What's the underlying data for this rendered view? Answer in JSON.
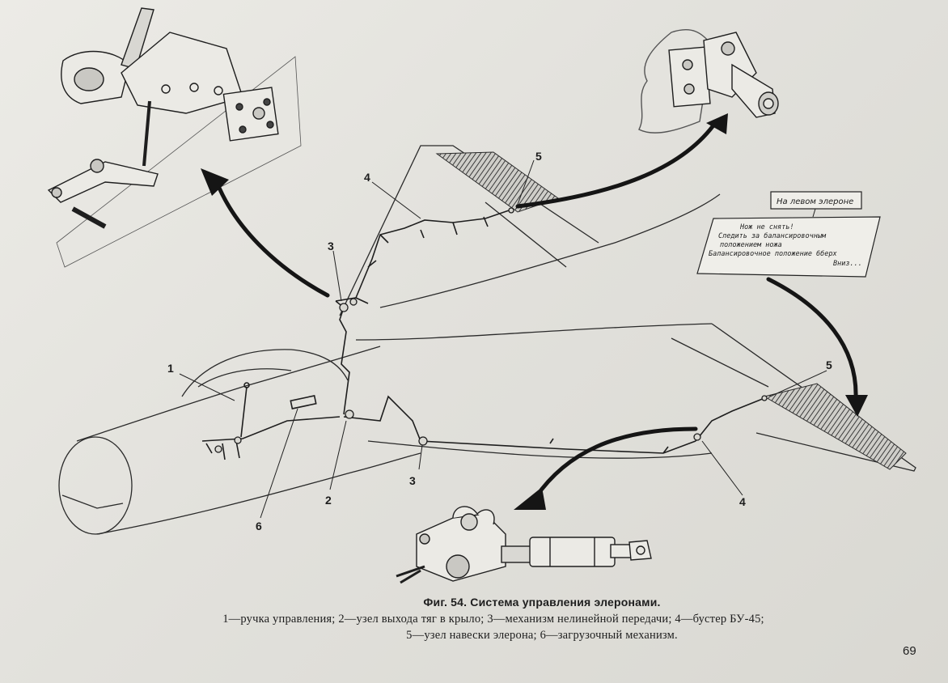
{
  "figure": {
    "title": "Фиг. 54. Система управления элеронами.",
    "legend_line1": "1—ручка управления; 2—узел выхода тяг в крыло; 3—механизм нелинейной передачи; 4—бустер БУ-45;",
    "legend_line2": "5—узел навески элерона; 6—загрузочный механизм."
  },
  "callouts": {
    "n1": "1",
    "n2": "2",
    "n3_upper": "3",
    "n3_lower": "3",
    "n4_upper": "4",
    "n4_lower": "4",
    "n5_upper": "5",
    "n5_lower": "5",
    "n6": "6"
  },
  "placard": {
    "heading": "На левом элероне",
    "line1": "Нож не снять!",
    "line2": "Следить за балансировочным",
    "line3": "положением ножа",
    "line4": "Балансировочное положение 6берх",
    "line5": "Вниз..."
  },
  "page_number": "69",
  "colors": {
    "paper": "#e6e5e0",
    "ink": "#1e1e1e",
    "arrow": "#151515"
  }
}
